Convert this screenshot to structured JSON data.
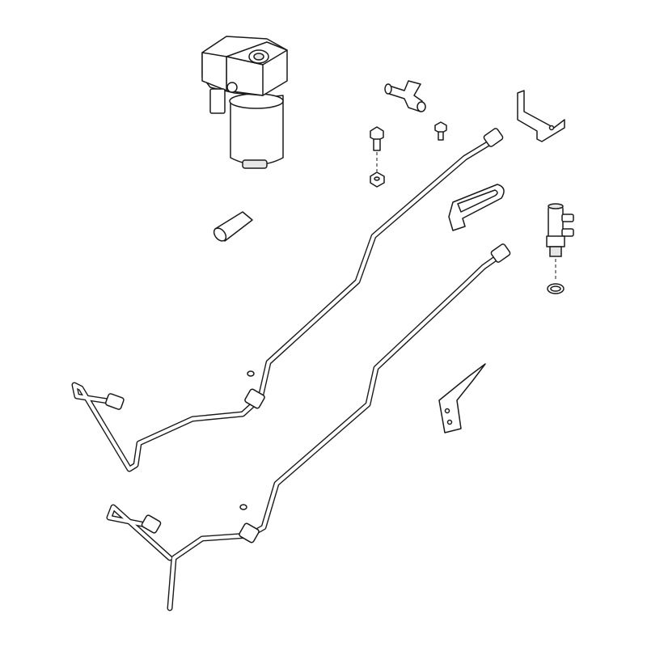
{
  "diagram": {
    "type": "exploded parts illustration",
    "colors": {
      "line": "#1a1a1a",
      "background": "#ffffff",
      "shade": "#e6e6e6"
    },
    "parts": [
      "steering-unit-icon",
      "tee-fitting-icon",
      "bracket-icon",
      "bolt-icon",
      "washer-icon",
      "sleeve-icon",
      "clamp-icon",
      "valve-fitting-icon",
      "o-ring-icon",
      "upper-hydraulic-tube",
      "lower-hydraulic-tube",
      "mount-plate-icon"
    ]
  }
}
